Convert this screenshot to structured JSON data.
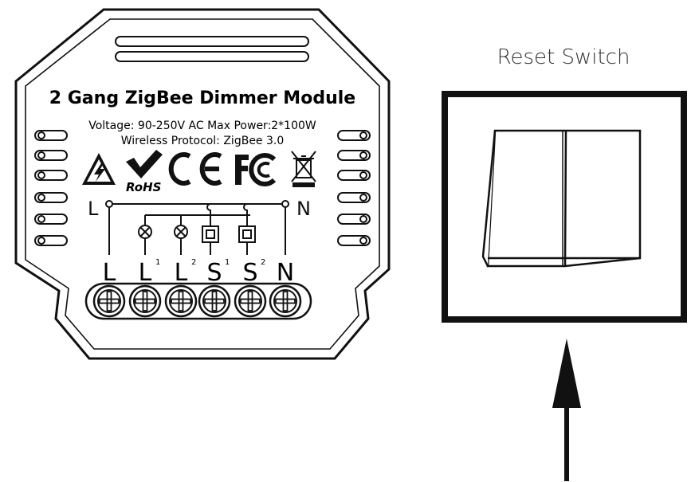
{
  "module": {
    "title": "2 Gang ZigBee Dimmer Module",
    "spec_line1": "Voltage: 90-250V AC Max Power:2*100W",
    "spec_line2": "Wireless Protocol: ZigBee 3.0",
    "wire_left": "L",
    "wire_right": "N",
    "cert": {
      "rohs": "RoHS",
      "ce": "CE",
      "fc": "FC"
    },
    "terminals": [
      {
        "base": "L",
        "sup": ""
      },
      {
        "base": "L",
        "sup": "1"
      },
      {
        "base": "L",
        "sup": "2"
      },
      {
        "base": "S",
        "sup": "1"
      },
      {
        "base": "S",
        "sup": "2"
      },
      {
        "base": "N",
        "sup": ""
      }
    ]
  },
  "switch": {
    "label": "Reset Switch"
  },
  "colors": {
    "line": "#111111",
    "background": "#ffffff"
  }
}
